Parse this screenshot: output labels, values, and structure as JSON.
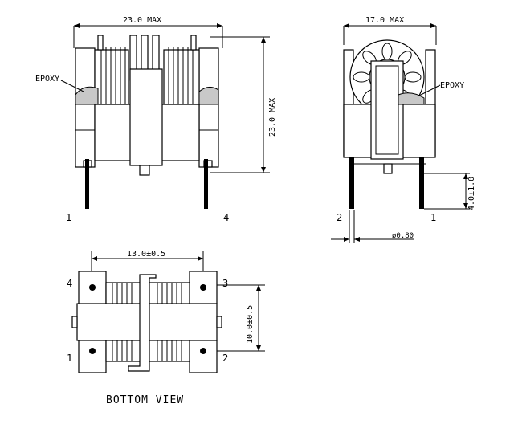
{
  "front_view": {
    "width_label": "23.0 MAX",
    "height_label": "23.0 MAX",
    "epoxy_label": "EPOXY",
    "pin_left": "1",
    "pin_right": "4"
  },
  "side_view": {
    "width_label": "17.0 MAX",
    "epoxy_label": "EPOXY",
    "lead_length_label": "4.0±1.0",
    "lead_dia_label": "ø0.80",
    "pin_left": "2",
    "pin_right": "1"
  },
  "bottom_view": {
    "pitch_label": "13.0±0.5",
    "row_label": "10.0±0.5",
    "pin_tl": "4",
    "pin_tr": "3",
    "pin_bl": "1",
    "pin_br": "2",
    "caption": "BOTTOM VIEW"
  }
}
